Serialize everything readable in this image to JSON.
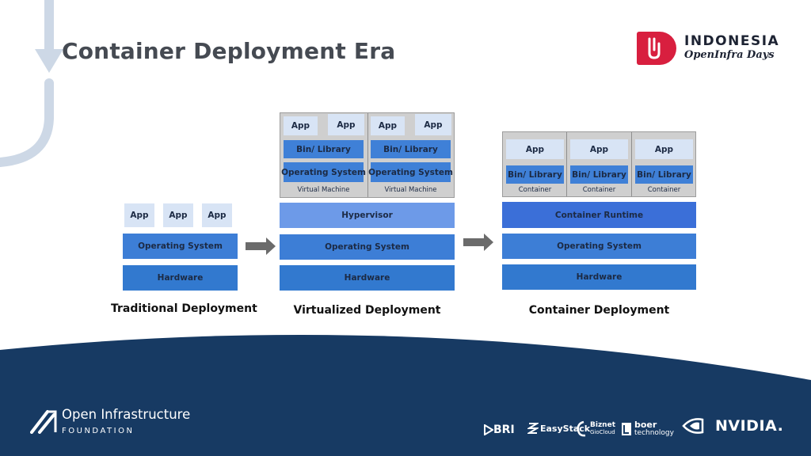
{
  "slide": {
    "title": "Container Deployment Era"
  },
  "event_logo": {
    "name": "INDONESIA",
    "subtitle": "OpenInfra Days",
    "icon": "openinfra-days-d-icon",
    "color": "#d81f3f"
  },
  "traditional": {
    "apps": [
      "App",
      "App",
      "App"
    ],
    "os": "Operating System",
    "hardware": "Hardware",
    "caption": "Traditional Deployment"
  },
  "virtualized": {
    "vms": [
      {
        "apps": [
          "App",
          "App"
        ],
        "library": "Bin/ Library",
        "os": "Operating System",
        "label": "Virtual Machine"
      },
      {
        "apps": [
          "App",
          "App"
        ],
        "library": "Bin/ Library",
        "os": "Operating System",
        "label": "Virtual Machine"
      }
    ],
    "hypervisor": "Hypervisor",
    "os": "Operating System",
    "hardware": "Hardware",
    "caption": "Virtualized Deployment"
  },
  "container": {
    "containers": [
      {
        "app": "App",
        "library": "Bin/ Library",
        "label": "Container"
      },
      {
        "app": "App",
        "library": "Bin/ Library",
        "label": "Container"
      },
      {
        "app": "App",
        "library": "Bin/ Library",
        "label": "Container"
      }
    ],
    "runtime": "Container Runtime",
    "os": "Operating System",
    "hardware": "Hardware",
    "caption": "Container Deployment"
  },
  "footer": {
    "org_name": "Open Infrastructure",
    "org_sub": "FOUNDATION",
    "background": "#173a63",
    "sponsors": [
      {
        "name": "BRI",
        "icon": "bri-logo-icon"
      },
      {
        "name": "EasyStack",
        "icon": "easystack-logo-icon"
      },
      {
        "name": "Biznet",
        "sub": "GioCloud",
        "icon": "biznet-logo-icon"
      },
      {
        "name": "boer",
        "sub": "technology",
        "icon": "boer-logo-icon"
      },
      {
        "name": "NVIDIA.",
        "icon": "nvidia-eye-icon"
      }
    ]
  },
  "colors": {
    "app": "#d8e4f5",
    "layer": "#3d7ed6",
    "hypervisor": "#6d9ae8",
    "runtime": "#3b6fd8",
    "vm_panel": "#cfcfcf"
  }
}
